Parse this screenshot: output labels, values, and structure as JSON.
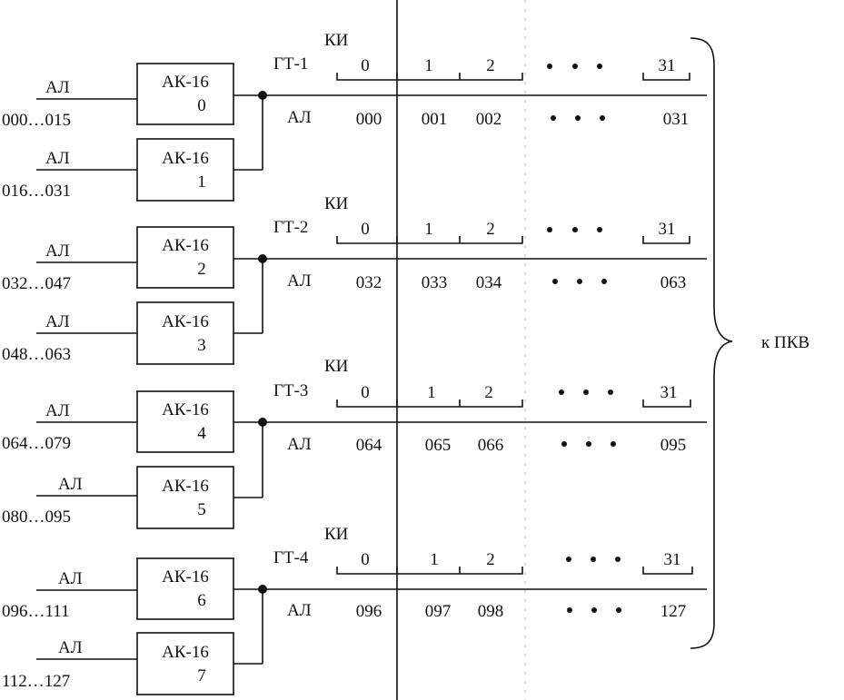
{
  "groups": [
    {
      "gt": "ГТ-1",
      "ki": "КИ",
      "al_label": "АЛ",
      "slots": [
        "0",
        "1",
        "2",
        "31"
      ],
      "addrs": [
        "000",
        "001",
        "002",
        "031"
      ],
      "blocks": [
        {
          "al": "АЛ",
          "range": "000…015",
          "name": "АК-16",
          "num": "0"
        },
        {
          "al": "АЛ",
          "range": "016…031",
          "name": "АК-16",
          "num": "1"
        }
      ]
    },
    {
      "gt": "ГТ-2",
      "ki": "КИ",
      "al_label": "АЛ",
      "slots": [
        "0",
        "1",
        "2",
        "31"
      ],
      "addrs": [
        "032",
        "033",
        "034",
        "063"
      ],
      "blocks": [
        {
          "al": "АЛ",
          "range": "032…047",
          "name": "АК-16",
          "num": "2"
        },
        {
          "al": "АЛ",
          "range": "048…063",
          "name": "АК-16",
          "num": "3"
        }
      ]
    },
    {
      "gt": "ГТ-3",
      "ki": "КИ",
      "al_label": "АЛ",
      "slots": [
        "0",
        "1",
        "2",
        "31"
      ],
      "addrs": [
        "064",
        "065",
        "066",
        "095"
      ],
      "blocks": [
        {
          "al": "АЛ",
          "range": "064…079",
          "name": "АК-16",
          "num": "4"
        },
        {
          "al": "АЛ",
          "range": "080…095",
          "name": "АК-16",
          "num": "5"
        }
      ]
    },
    {
      "gt": "ГТ-4",
      "ki": "КИ",
      "al_label": "АЛ",
      "slots": [
        "0",
        "1",
        "2",
        "31"
      ],
      "addrs": [
        "096",
        "097",
        "098",
        "127"
      ],
      "blocks": [
        {
          "al": "АЛ",
          "range": "096…111",
          "name": "АК-16",
          "num": "6"
        },
        {
          "al": "АЛ",
          "range": "112…127",
          "name": "АК-16",
          "num": "7"
        }
      ]
    }
  ],
  "output_label": "к ПКВ"
}
